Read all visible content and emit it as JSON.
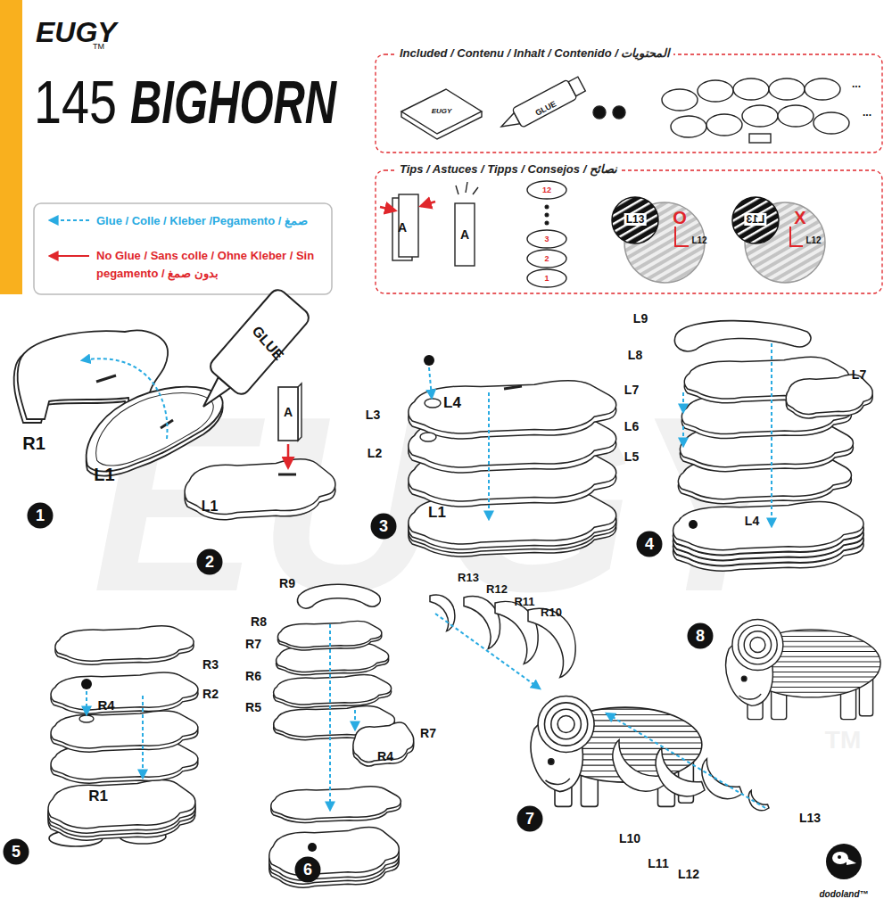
{
  "diagram": {
    "title": "BIGHORN",
    "nodes": [
      {
        "text": [
          "Included / Contenu / Inhalt / Contenido / المحتويات"
        ]
      },
      {
        "text": [
          "Tips / Astuces / Tipps / Consejos / نصائح"
        ]
      },
      {
        "text": [
          "1"
        ]
      },
      {
        "text": [
          "2"
        ]
      },
      {
        "text": [
          "3"
        ]
      },
      {
        "text": [
          "4"
        ]
      },
      {
        "text": [
          "5"
        ]
      },
      {
        "text": [
          "6"
        ]
      },
      {
        "text": [
          "7"
        ]
      },
      {
        "text": [
          "8"
        ]
      }
    ],
    "labels": [
      "EUGY",
      "TM",
      "145",
      "EUGY",
      "GLUE",
      "A",
      "A",
      "12",
      "3",
      "2",
      "1",
      "L13",
      "O",
      "L12",
      "L13",
      "X",
      "L12",
      "R1",
      "L1",
      "GLUE",
      "A",
      "L1",
      "L4",
      "L3",
      "L2",
      "L1",
      "L9",
      "L8",
      "L7",
      "L6",
      "L5",
      "L4",
      "L7",
      "R4",
      "R3",
      "R2",
      "R1",
      "R9",
      "R8",
      "R7",
      "R6",
      "R5",
      "R4",
      "R7",
      "R13",
      "R12",
      "R11",
      "R10",
      "L10",
      "L11",
      "L12",
      "L13",
      "EUGY",
      "TM",
      "dodoland™",
      "...",
      "..."
    ],
    "legend": [
      {
        "text": "Glue / Colle / Kleber /Pegamento / صمغ"
      },
      {
        "text": "No Glue / Sans colle / Ohne Kleber / Sin pegamento / بدون صمغ"
      }
    ]
  }
}
